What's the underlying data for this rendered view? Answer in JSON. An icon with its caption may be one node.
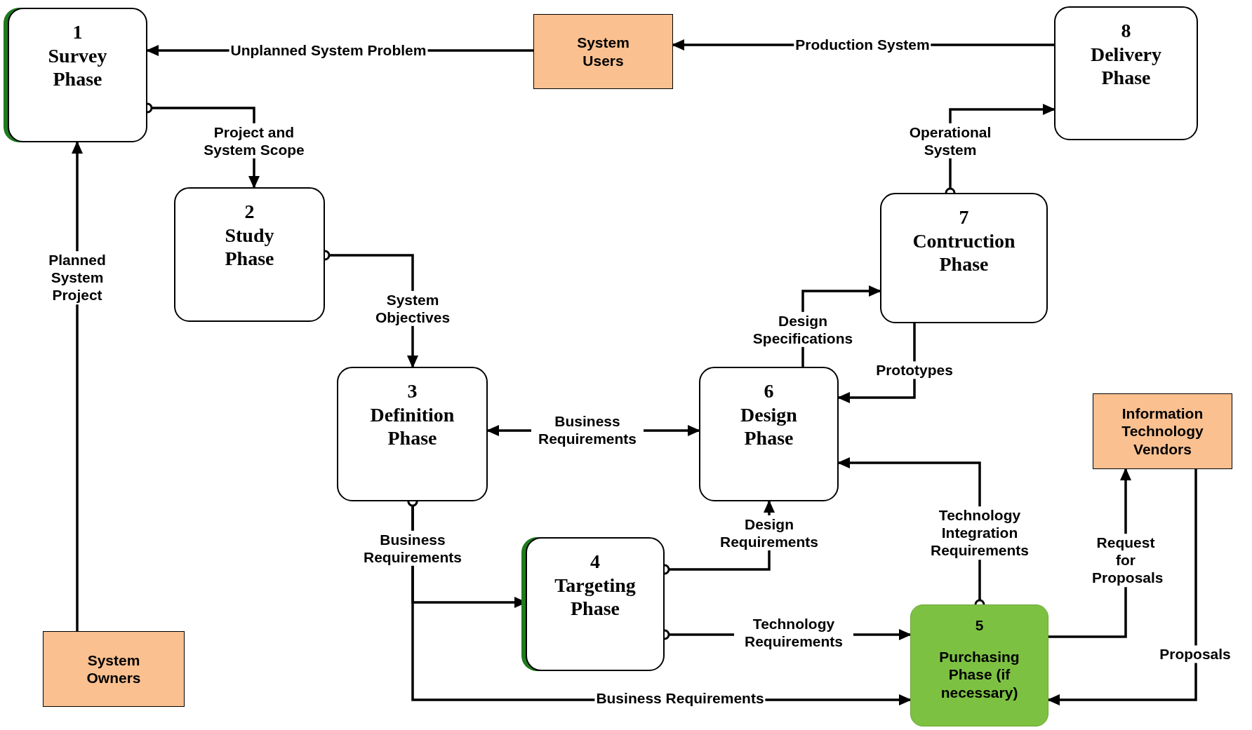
{
  "diagram": {
    "nodes": [
      {
        "text": [
          "1",
          "Survey Phase"
        ]
      },
      {
        "text": [
          "System Users"
        ]
      },
      {
        "text": [
          "8",
          "Delivery Phase"
        ]
      },
      {
        "text": [
          "2",
          "Study Phase"
        ]
      },
      {
        "text": [
          "7",
          "Contruction Phase"
        ]
      },
      {
        "text": [
          "3",
          "Definition Phase"
        ]
      },
      {
        "text": [
          "6",
          "Design Phase"
        ]
      },
      {
        "text": [
          "Information Technology Vendors"
        ]
      },
      {
        "text": [
          "4",
          "Targeting Phase"
        ]
      },
      {
        "text": [
          "System Owners"
        ]
      },
      {
        "text": [
          "5",
          "Purchasing Phase (if necessary)"
        ]
      }
    ],
    "edges": [
      {
        "from": 1,
        "to": 0,
        "arrow": "to",
        "label": "Unplanned System Problem"
      },
      {
        "from": 2,
        "to": 1,
        "arrow": "to",
        "label": "Production System"
      },
      {
        "from": 0,
        "to": 3,
        "arrow": "to",
        "label": "Project and System Scope"
      },
      {
        "from": 9,
        "to": 0,
        "arrow": "to",
        "label": "Planned System Project"
      },
      {
        "from": 3,
        "to": 5,
        "arrow": "to",
        "label": "System Objectives"
      },
      {
        "from": 5,
        "to": 6,
        "arrow": "both",
        "label": "Business Requirements"
      },
      {
        "from": 6,
        "to": 4,
        "arrow": "to",
        "label": "Design Specifications"
      },
      {
        "from": 4,
        "to": 6,
        "arrow": "to",
        "label": "Prototypes"
      },
      {
        "from": 4,
        "to": 2,
        "arrow": "to",
        "label": "Operational System"
      },
      {
        "from": 5,
        "to": 8,
        "arrow": "to",
        "label": "Business Requirements"
      },
      {
        "from": 5,
        "to": 10,
        "arrow": "to",
        "label": "Business Requirements"
      },
      {
        "from": 8,
        "to": 6,
        "arrow": "to",
        "label": "Design Requirements"
      },
      {
        "from": 8,
        "to": 10,
        "arrow": "to",
        "label": "Technology Requirements"
      },
      {
        "from": 10,
        "to": 6,
        "arrow": "to",
        "label": "Technology Integration Requirements"
      },
      {
        "from": 10,
        "to": 7,
        "arrow": "to",
        "label": "Request for Proposals"
      },
      {
        "from": 7,
        "to": 10,
        "arrow": "to",
        "label": "Proposals"
      }
    ]
  }
}
